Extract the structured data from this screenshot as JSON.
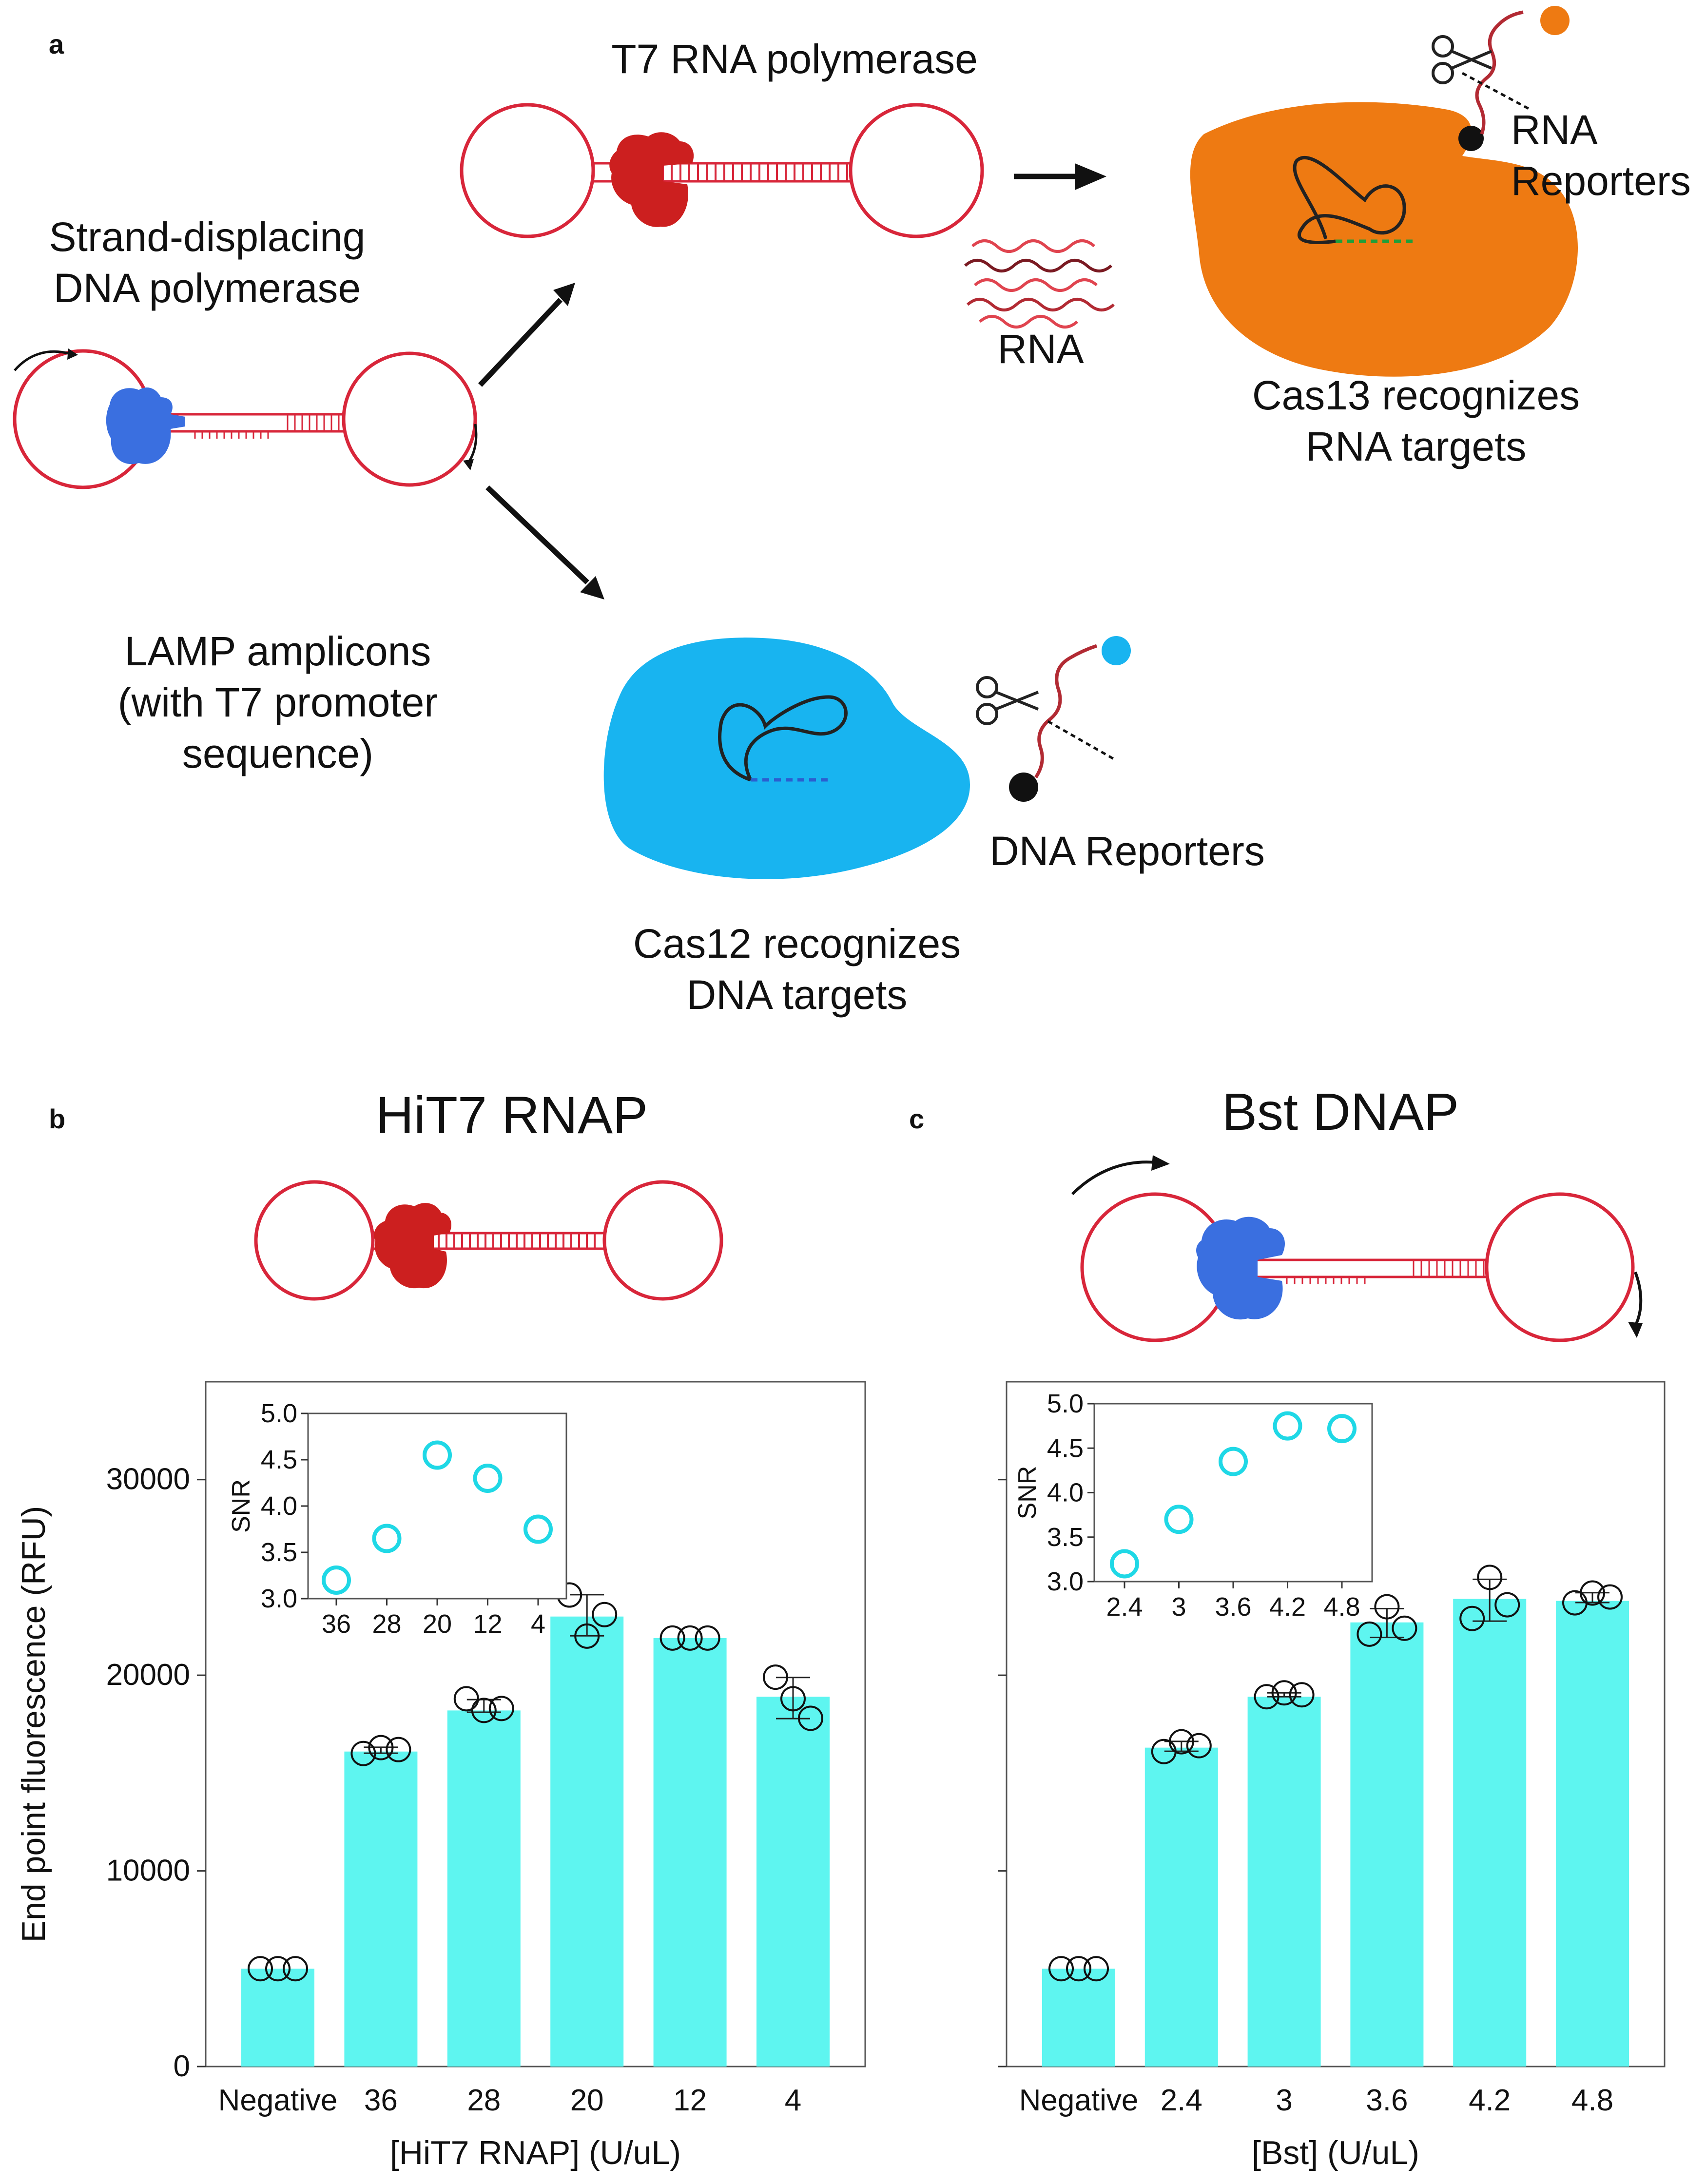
{
  "panels": {
    "a": {
      "letter": "a",
      "labels": {
        "t7_rna_polymerase": "T7 RNA polymerase",
        "strand_displacing_1": "Strand-displacing",
        "strand_displacing_2": "DNA polymerase",
        "rna": "RNA",
        "rna_reporters_1": "RNA",
        "rna_reporters_2": "Reporters",
        "cas13_1": "Cas13 recognizes",
        "cas13_2": "RNA targets",
        "lamp_1": "LAMP amplicons",
        "lamp_2": "(with T7 promoter",
        "lamp_3": "sequence)",
        "dna_reporters": "DNA Reporters",
        "cas12_1": "Cas12 recognizes",
        "cas12_2": "DNA targets"
      },
      "icons": [
        "dna-loop-icon",
        "polymerase-icon",
        "scissors-icon",
        "cas13-protein-icon",
        "cas12-protein-icon",
        "reporter-icon",
        "arrow-icon"
      ],
      "colors": {
        "loop_red": "#d8263a",
        "t7_red": "#cc1f1f",
        "bst_blue": "#3a6fe0",
        "cas13_orange": "#ee7a12",
        "cas12_blue": "#18b4f0"
      }
    },
    "b": {
      "letter": "b",
      "title": "HiT7 RNAP"
    },
    "c": {
      "letter": "c",
      "title": "Bst DNAP"
    }
  },
  "chart_data": [
    {
      "id": "b-main",
      "type": "bar",
      "categories": [
        "Negative",
        "36",
        "28",
        "20",
        "12",
        "4"
      ],
      "values": [
        5000,
        16100,
        18200,
        23000,
        21900,
        18900
      ],
      "points": [
        [
          5000,
          5000,
          5000
        ],
        [
          16000,
          16300,
          16200
        ],
        [
          18800,
          18200,
          18300
        ],
        [
          24100,
          22000,
          23100
        ],
        [
          21900,
          21900,
          21900
        ],
        [
          19900,
          18800,
          17800
        ]
      ],
      "xlabel": "[HiT7 RNAP] (U/uL)",
      "ylabel": "End point fluorescence (RFU)",
      "ylim": [
        0,
        35000
      ],
      "yticks": [
        0,
        10000,
        20000,
        30000
      ],
      "color": "#5ef5f0"
    },
    {
      "id": "b-inset",
      "type": "scatter",
      "categories": [
        "36",
        "28",
        "20",
        "12",
        "4"
      ],
      "values": [
        3.2,
        3.65,
        4.55,
        4.3,
        3.75
      ],
      "ylabel": "SNR",
      "ylim": [
        3.0,
        5.0
      ],
      "yticks": [
        "3.0",
        "3.5",
        "4.0",
        "4.5",
        "5.0"
      ],
      "color": "#1fd8e6"
    },
    {
      "id": "c-main",
      "type": "bar",
      "categories": [
        "Negative",
        "2.4",
        "3",
        "3.6",
        "4.2",
        "4.8"
      ],
      "values": [
        5000,
        16300,
        18900,
        22700,
        23900,
        23800
      ],
      "points": [
        [
          5000,
          5000,
          5000
        ],
        [
          16100,
          16600,
          16400
        ],
        [
          18900,
          19100,
          19000
        ],
        [
          22100,
          23500,
          22400
        ],
        [
          22900,
          25000,
          23600
        ],
        [
          23700,
          24200,
          24000
        ]
      ],
      "xlabel": "[Bst] (U/uL)",
      "ylim": [
        0,
        35000
      ],
      "yticks": [
        0,
        10000,
        20000,
        30000
      ],
      "color": "#5ef5f0"
    },
    {
      "id": "c-inset",
      "type": "scatter",
      "categories": [
        "2.4",
        "3",
        "3.6",
        "4.2",
        "4.8"
      ],
      "values": [
        3.2,
        3.7,
        4.35,
        4.75,
        4.72
      ],
      "ylabel": "SNR",
      "ylim": [
        3.0,
        5.0
      ],
      "yticks": [
        "3.0",
        "3.5",
        "4.0",
        "4.5",
        "5.0"
      ],
      "color": "#1fd8e6"
    }
  ]
}
